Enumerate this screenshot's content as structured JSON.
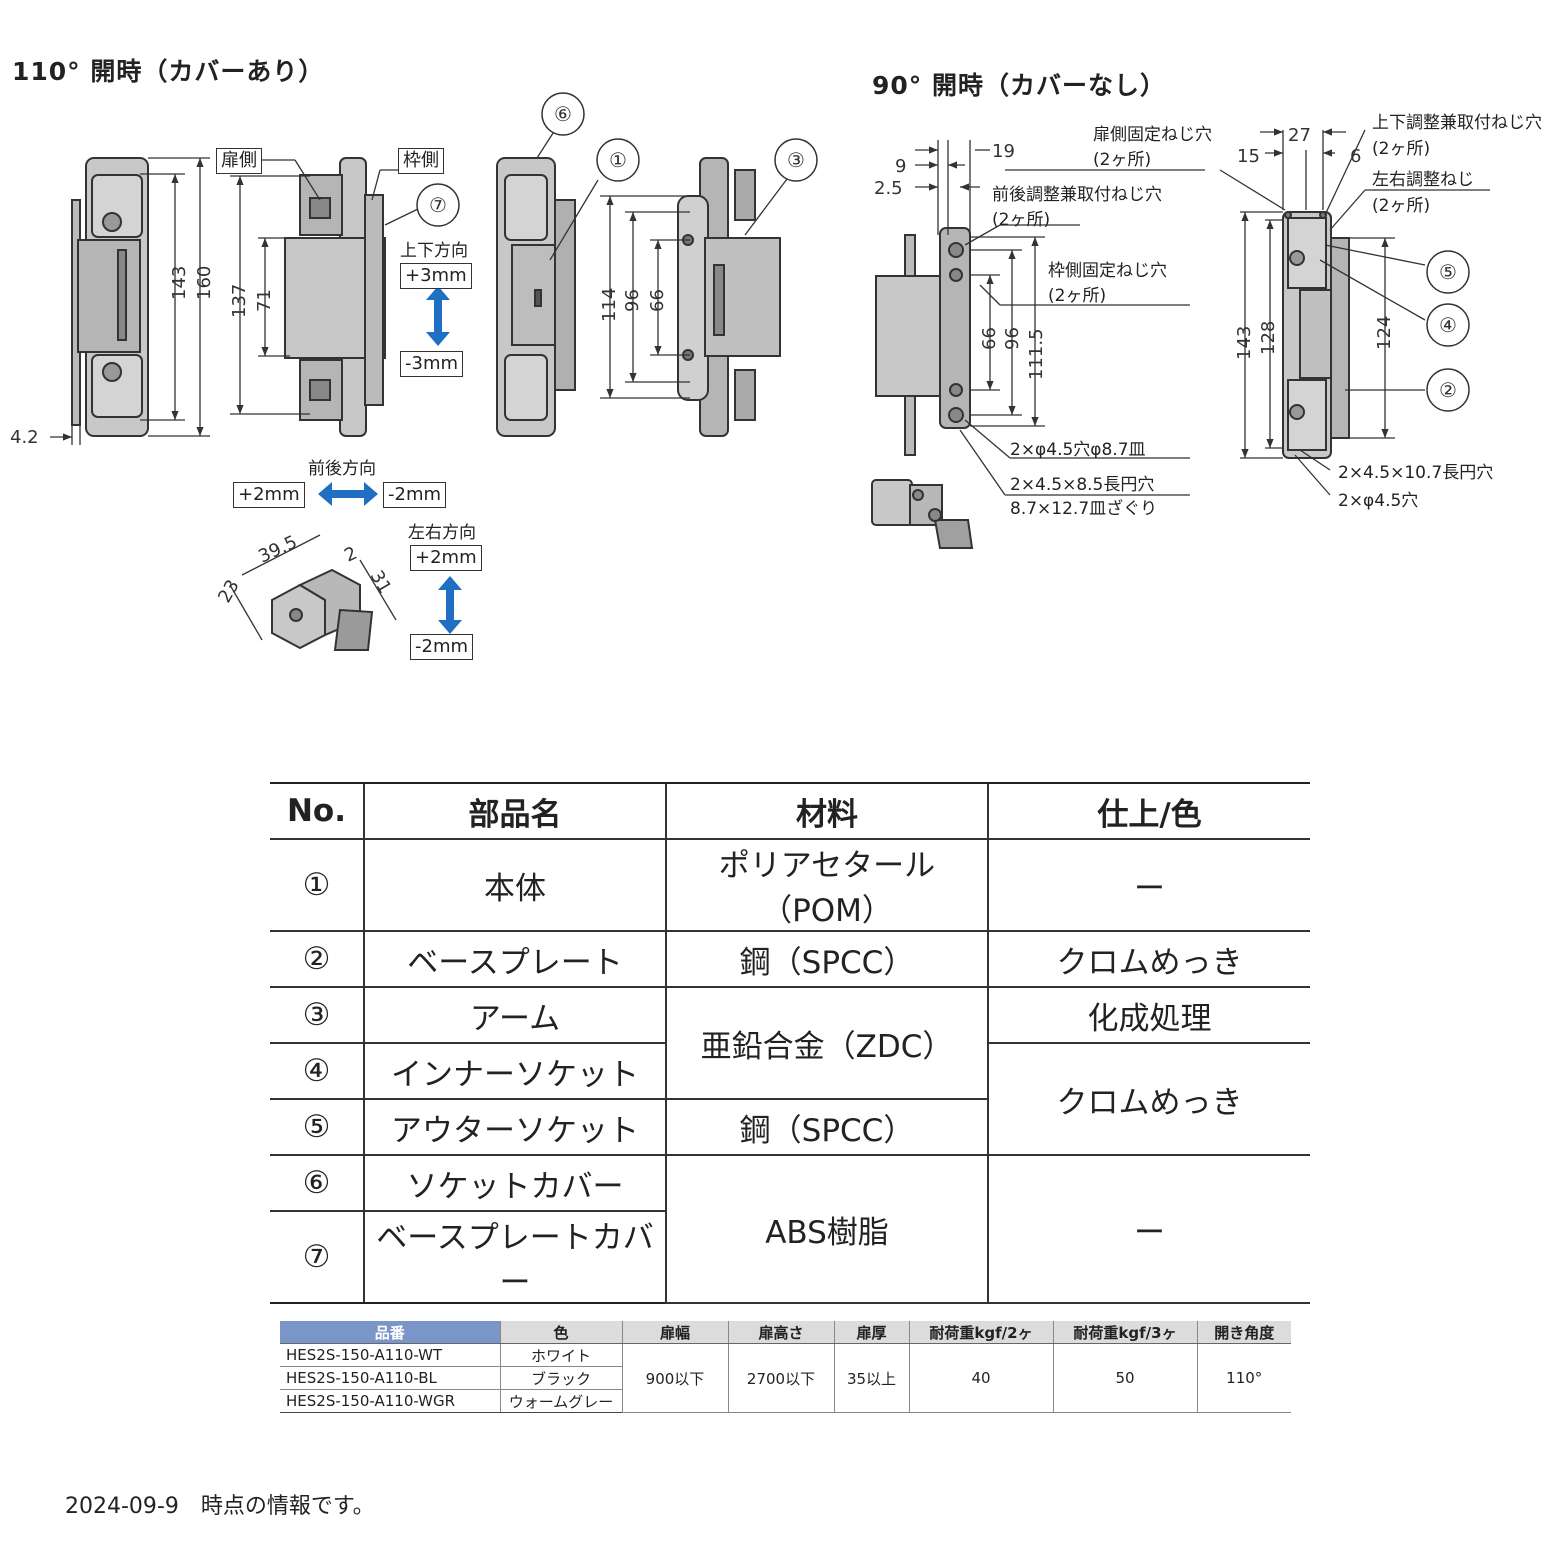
{
  "drawing_left": {
    "title": "110° 開時（カバーあり）",
    "labels": {
      "door_side": "扉側",
      "frame_side": "枠側",
      "updown": "上下方向",
      "updown_plus": "+3mm",
      "updown_minus": "-3mm",
      "frontback": "前後方向",
      "frontback_plus": "+2mm",
      "frontback_minus": "-2mm",
      "leftright": "左右方向",
      "leftright_plus": "+2mm",
      "leftright_minus": "-2mm"
    },
    "dims": {
      "d42": "4.2",
      "d143": "143",
      "d160": "160",
      "d137": "137",
      "d71": "71",
      "d114": "114",
      "d96": "96",
      "d66": "66",
      "d395": "39.5",
      "d2": "2",
      "d23": "23",
      "d31": "31"
    },
    "callouts": [
      "⑥",
      "①",
      "③",
      "⑦"
    ]
  },
  "drawing_right": {
    "title": "90° 開時（カバーなし）",
    "dims": {
      "d19": "19",
      "d9": "9",
      "d25": "2.5",
      "d66": "66",
      "d96": "96",
      "d1115": "111.5",
      "d27": "27",
      "d15": "15",
      "d6": "6",
      "d143": "143",
      "d128": "128",
      "d124": "124"
    },
    "labels": {
      "door_screw": "扉側固定ねじ穴",
      "door_screw_n": "(2ヶ所)",
      "fb_screw": "前後調整兼取付ねじ穴",
      "fb_screw_n": "(2ヶ所)",
      "frame_screw": "枠側固定ねじ穴",
      "frame_screw_n": "(2ヶ所)",
      "ud_screw": "上下調整兼取付ねじ穴",
      "ud_screw_n": "(2ヶ所)",
      "lr_screw": "左右調整ねじ",
      "lr_screw_n": "(2ヶ所)",
      "hole1": "2×φ4.5穴φ8.7皿",
      "hole2": "2×4.5×8.5長円穴",
      "hole3": "8.7×12.7皿ざぐり",
      "hole4": "2×4.5×10.7長円穴",
      "hole5": "2×φ4.5穴"
    },
    "callouts": [
      "⑤",
      "④",
      "②"
    ]
  },
  "parts_table": {
    "headers": [
      "No.",
      "部品名",
      "材料",
      "仕上/色"
    ],
    "rows": [
      {
        "no": "①",
        "name": "本体",
        "material": "ポリアセタール（POM）",
        "finish": "ー"
      },
      {
        "no": "②",
        "name": "ベースプレート",
        "material": "鋼（SPCC）",
        "finish": "クロムめっき"
      },
      {
        "no": "③",
        "name": "アーム",
        "material": "亜鉛合金（ZDC）",
        "finish": "化成処理"
      },
      {
        "no": "④",
        "name": "インナーソケット",
        "material": "",
        "finish": "クロムめっき"
      },
      {
        "no": "⑤",
        "name": "アウターソケット",
        "material": "鋼（SPCC）",
        "finish": ""
      },
      {
        "no": "⑥",
        "name": "ソケットカバー",
        "material": "ABS樹脂",
        "finish": "ー"
      },
      {
        "no": "⑦",
        "name": "ベースプレートカバー",
        "material": "",
        "finish": ""
      }
    ]
  },
  "spec_table": {
    "headers": [
      "品番",
      "色",
      "扉幅",
      "扉高さ",
      "扉厚",
      "耐荷重kgf/2ヶ",
      "耐荷重kgf/3ヶ",
      "開き角度"
    ],
    "rows": [
      {
        "model": "HES2S-150-A110-WT",
        "color": "ホワイト"
      },
      {
        "model": "HES2S-150-A110-BL",
        "color": "ブラック"
      },
      {
        "model": "HES2S-150-A110-WGR",
        "color": "ウォームグレー"
      }
    ],
    "shared": {
      "width": "900以下",
      "height": "2700以下",
      "thickness": "35以上",
      "load2": "40",
      "load3": "50",
      "angle": "110°"
    }
  },
  "footer": "2024-09-9　時点の情報です。",
  "colors": {
    "arrow_blue": "#1f6fc2",
    "part_gray": "#c8c8c8",
    "header_blue": "#7a96c8"
  }
}
